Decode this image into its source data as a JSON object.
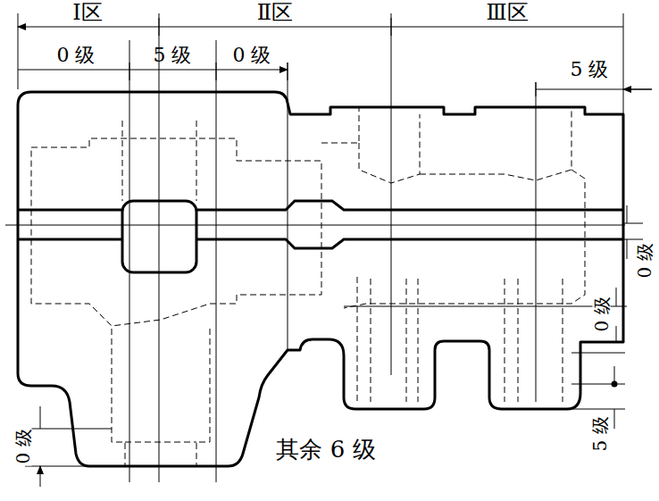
{
  "diagram": {
    "labels": [
      "Ⅰ区",
      "Ⅱ区",
      "Ⅲ区",
      "0 级",
      "5 级",
      "0 级",
      "5 级",
      "0 级",
      "0 级",
      "5 级",
      "0 级",
      "其余 6 级"
    ]
  }
}
